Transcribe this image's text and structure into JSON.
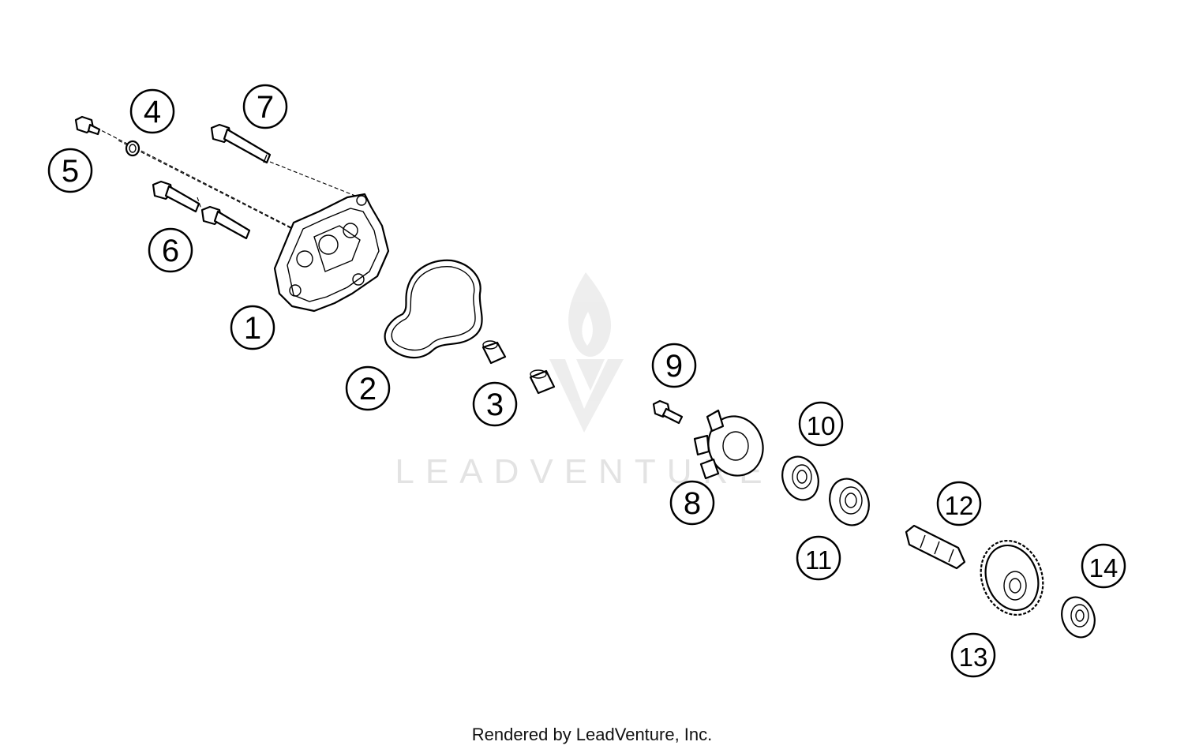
{
  "watermark": {
    "text": "LEADVENTURE"
  },
  "callouts": [
    {
      "id": "1",
      "label": "1"
    },
    {
      "id": "2",
      "label": "2"
    },
    {
      "id": "3",
      "label": "3"
    },
    {
      "id": "4",
      "label": "4"
    },
    {
      "id": "5",
      "label": "5"
    },
    {
      "id": "6",
      "label": "6"
    },
    {
      "id": "7",
      "label": "7"
    },
    {
      "id": "8",
      "label": "8"
    },
    {
      "id": "9",
      "label": "9"
    },
    {
      "id": "10",
      "label": "10"
    },
    {
      "id": "11",
      "label": "11"
    },
    {
      "id": "12",
      "label": "12"
    },
    {
      "id": "13",
      "label": "13"
    },
    {
      "id": "14",
      "label": "14"
    }
  ],
  "footer": {
    "text": "Rendered by LeadVenture, Inc."
  }
}
